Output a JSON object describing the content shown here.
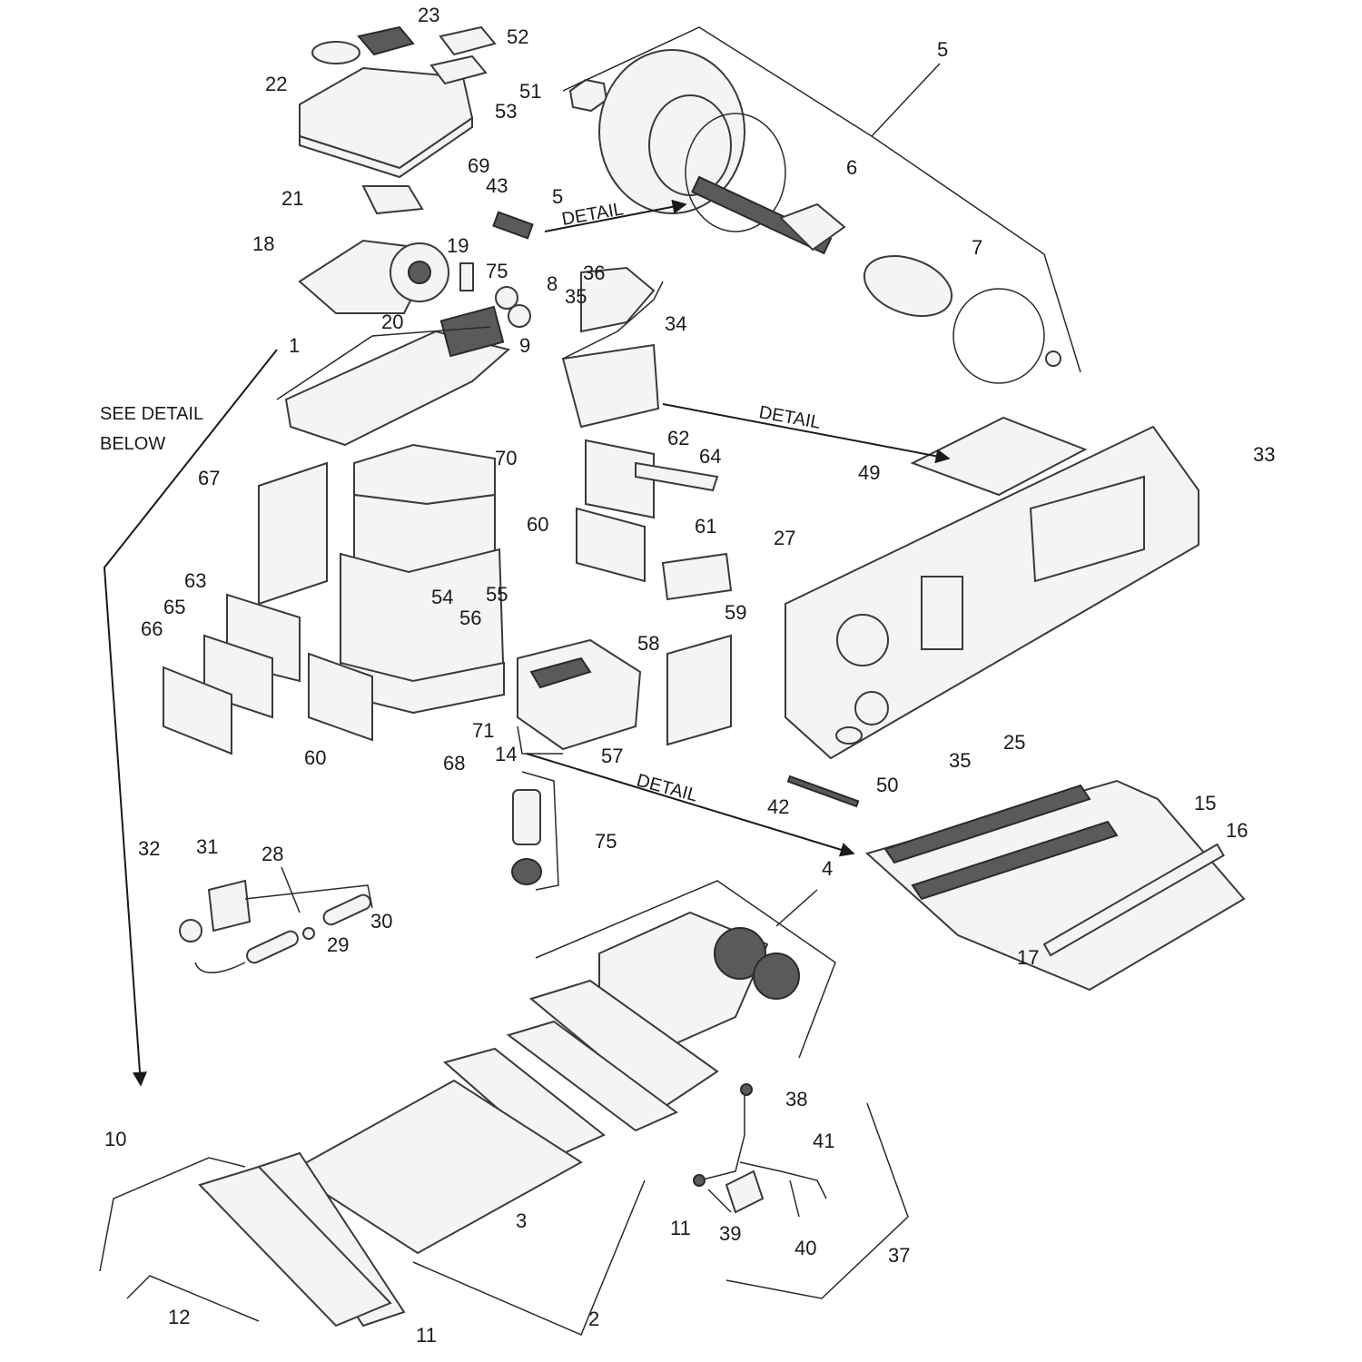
{
  "callouts": [
    "1",
    "2",
    "3",
    "4",
    "5",
    "5",
    "6",
    "7",
    "8",
    "9",
    "10",
    "11",
    "11",
    "12",
    "14",
    "15",
    "16",
    "17",
    "18",
    "19",
    "20",
    "21",
    "22",
    "23",
    "25",
    "27",
    "28",
    "29",
    "30",
    "31",
    "32",
    "33",
    "34",
    "35",
    "35",
    "36",
    "37",
    "38",
    "39",
    "40",
    "41",
    "42",
    "43",
    "49",
    "50",
    "51",
    "52",
    "53",
    "54",
    "55",
    "56",
    "57",
    "58",
    "59",
    "60",
    "60",
    "61",
    "62",
    "63",
    "64",
    "65",
    "66",
    "67",
    "68",
    "69",
    "70",
    "71",
    "75",
    "75"
  ],
  "notes": {
    "detail_1": "DETAIL",
    "detail_2": "DETAIL",
    "detail_3": "DETAIL",
    "see_detail_1": "SEE DETAIL",
    "see_detail_2": "BELOW"
  },
  "colors": {
    "line": "#2a2a2a",
    "part_fill": "#f4f4f4",
    "dark_fill": "#5a5a5a"
  }
}
